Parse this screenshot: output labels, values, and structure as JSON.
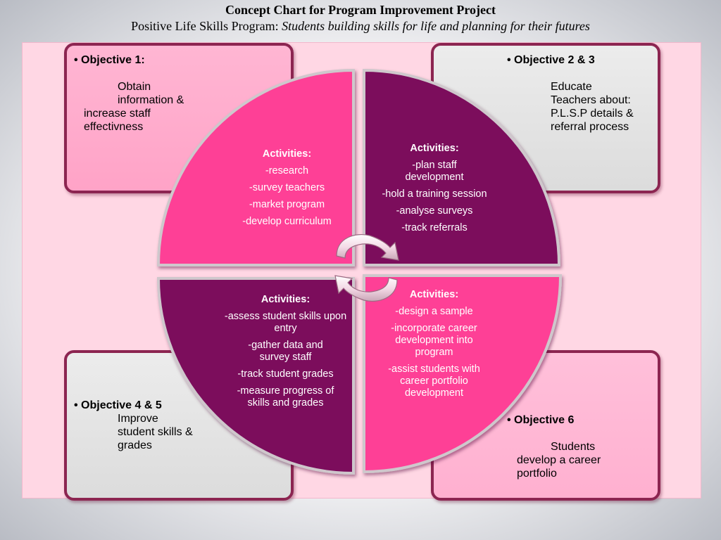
{
  "header": {
    "title": "Concept Chart for Program Improvement Project",
    "subtitle_prefix": "Positive Life Skills Program: ",
    "subtitle_italic": "Students building skills for life and planning for their futures"
  },
  "colors": {
    "hot_pink": "#fe3f96",
    "plum": "#7b0a5c",
    "panel_pink": "#ffd7e4",
    "box_border": "#8c2551"
  },
  "objectives": [
    {
      "heading": "• Objective 1:",
      "lines": [
        "Obtain",
        "information &",
        "increase staff",
        "effectivness"
      ]
    },
    {
      "heading": "• Objective 2 & 3",
      "lines": [
        "Educate",
        "Teachers about:",
        "P.L.S.P details  &",
        "referral process"
      ]
    },
    {
      "heading": "• Objective 4 & 5",
      "lines": [
        "Improve",
        "student skills &",
        "grades"
      ]
    },
    {
      "heading": "• Objective 6",
      "lines": [
        "Students",
        "develop a career",
        "portfolio"
      ]
    }
  ],
  "activities": {
    "top_left": {
      "heading": "Activities:",
      "items": [
        "-research",
        "-survey teachers",
        "-market program",
        "-develop curriculum"
      ]
    },
    "top_right": {
      "heading": "Activities:",
      "items": [
        "-plan staff development",
        "-hold a training session",
        "-analyse surveys",
        "-track referrals"
      ]
    },
    "bottom_left": {
      "heading": "Activities:",
      "items": [
        "-assess student skills upon entry",
        "-gather data and survey staff",
        "-track student grades",
        "-measure progress of skills and grades"
      ]
    },
    "bottom_right": {
      "heading": "Activities:",
      "items": [
        "-design a sample",
        "-incorporate career development into program",
        "-assist students with career portfolio development"
      ]
    }
  },
  "icons": {
    "cycle": "cycle-arrows-icon"
  }
}
